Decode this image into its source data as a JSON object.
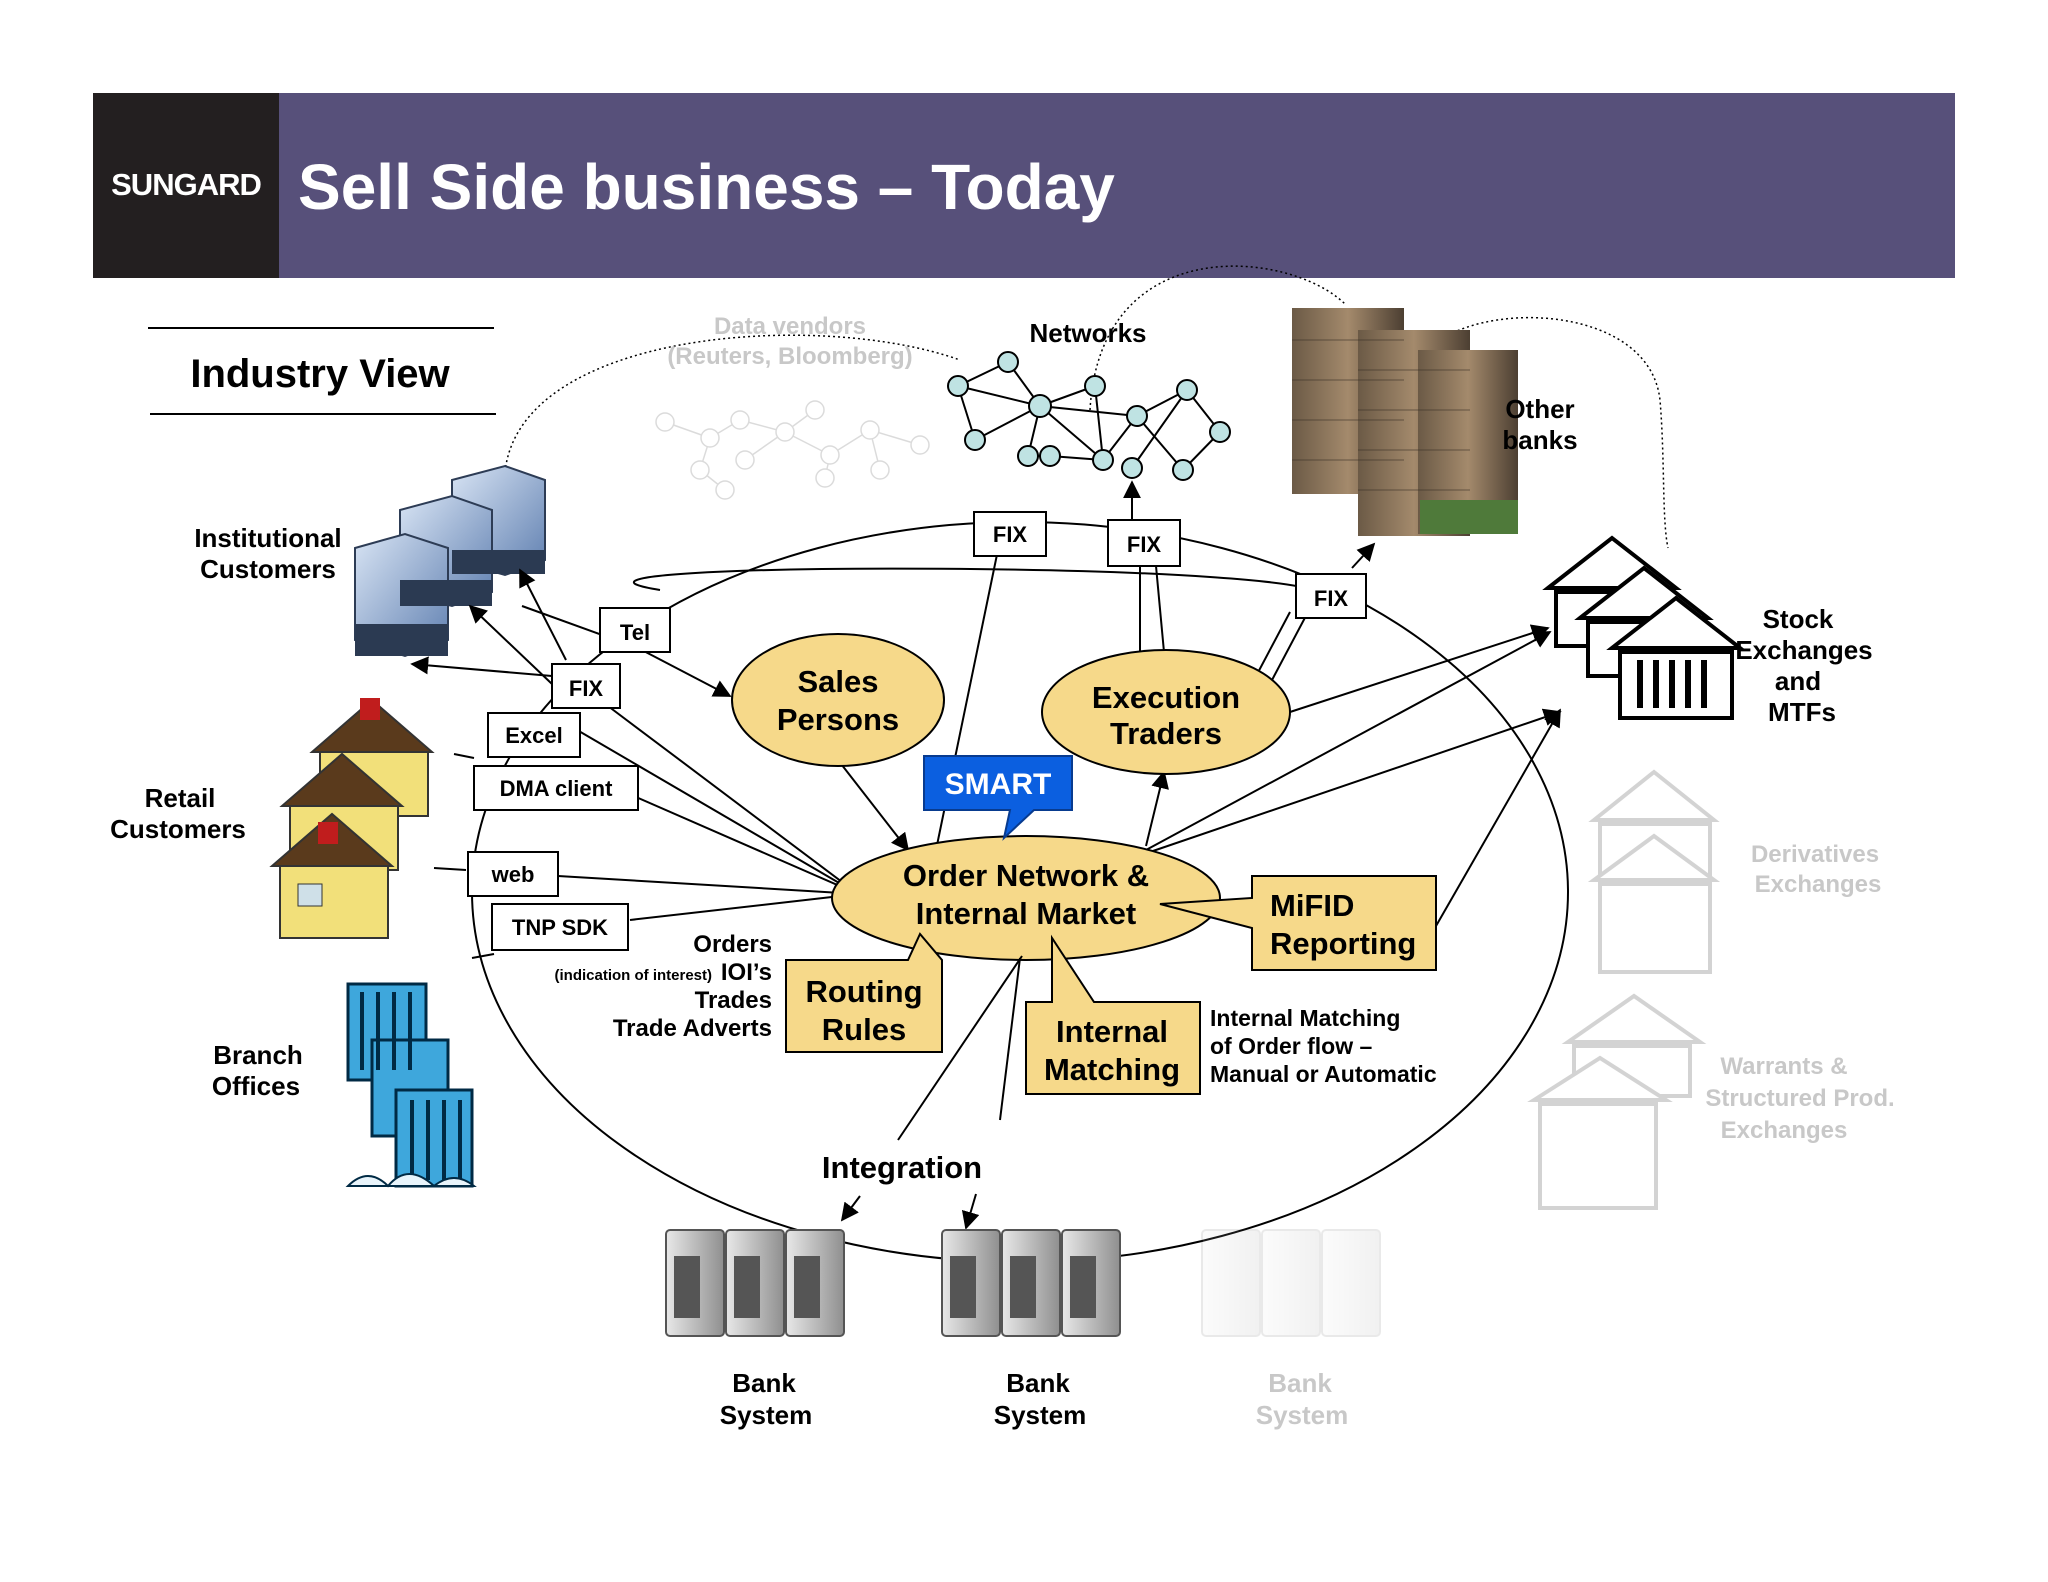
{
  "header": {
    "logo": "SUNGARD",
    "title": "Sell Side business – Today"
  },
  "industry_view": "Industry View",
  "data_vendors": {
    "line1": "Data vendors",
    "line2": "(Reuters, Bloomberg)"
  },
  "networks": "Networks",
  "other_banks": {
    "line1": "Other",
    "line2": "banks"
  },
  "stock_exchanges": {
    "line1": "Stock",
    "line2": "Exchanges",
    "line3": "and",
    "line4": "MTFs"
  },
  "derivatives_exchanges": {
    "line1": "Derivatives",
    "line2": "Exchanges"
  },
  "warrants_exchanges": {
    "line1": "Warrants &",
    "line2": "Structured Prod.",
    "line3": "Exchanges"
  },
  "customers": {
    "institutional": {
      "line1": "Institutional",
      "line2": "Customers"
    },
    "retail": {
      "line1": "Retail",
      "line2": "Customers"
    },
    "branch": {
      "line1": "Branch",
      "line2": "Offices"
    }
  },
  "channels": [
    "Tel",
    "FIX",
    "Excel",
    "DMA client",
    "web",
    "TNP SDK"
  ],
  "fix_labels": [
    "FIX",
    "FIX",
    "FIX"
  ],
  "sales_persons": {
    "line1": "Sales",
    "line2": "Persons"
  },
  "execution_traders": {
    "line1": "Execution",
    "line2": "Traders"
  },
  "smart": "SMART",
  "order_network": {
    "line1": "Order Network &",
    "line2": "Internal Market"
  },
  "mifid": {
    "line1": "MiFID",
    "line2": "Reporting"
  },
  "routing_rules": {
    "line1": "Routing",
    "line2": "Rules"
  },
  "internal_matching": {
    "line1": "Internal",
    "line2": "Matching"
  },
  "internal_matching_note": {
    "line1": "Internal Matching",
    "line2": "of Order flow –",
    "line3": "Manual or Automatic"
  },
  "flows": {
    "orders": "Orders",
    "indication": "(indication of interest)",
    "iois": "IOI’s",
    "trades": "Trades",
    "adverts": "Trade Adverts"
  },
  "integration": "Integration",
  "bank_systems": [
    {
      "line1": "Bank",
      "line2": "System"
    },
    {
      "line1": "Bank",
      "line2": "System"
    },
    {
      "line1": "Bank",
      "line2": "System"
    }
  ],
  "colors": {
    "header": "#57507a",
    "logo_bg": "#231f20",
    "callout": "#f6d98a",
    "smart": "#0b5fe0",
    "node": "#bfe3e3"
  }
}
